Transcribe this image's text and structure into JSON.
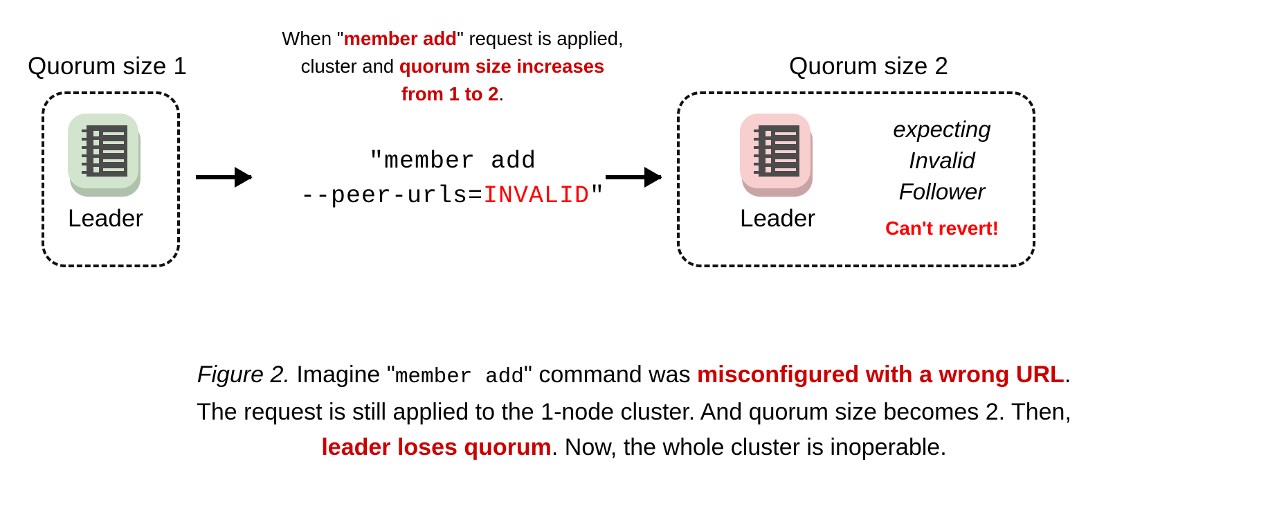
{
  "figure": {
    "colors": {
      "highlight_red": "#CC0000",
      "pure_red": "#FF0000",
      "leader_ok_tile": "#D2E4CE",
      "leader_bad_tile": "#F8CFCF",
      "glyph_dark": "#4C4C4C",
      "background": "#FFFFFF"
    },
    "left_cluster": {
      "title": "Quorum size 1",
      "node_label": "Leader",
      "node_icon": "server-ledger-icon",
      "node_state": "healthy"
    },
    "right_cluster": {
      "title": "Quorum size 2",
      "node_label": "Leader",
      "node_icon": "server-ledger-icon",
      "node_state": "unhealthy",
      "annotation_lines": [
        "expecting",
        "Invalid",
        "Follower"
      ],
      "warning": "Can't revert!"
    },
    "top_note": {
      "line1_a": "When \"",
      "line1_b": "member add",
      "line1_c": "\" request is applied,",
      "line2_a": "cluster and ",
      "line2_b": "quorum size increases",
      "line3_a": "from 1 to 2",
      "line3_b": "."
    },
    "command": {
      "line1": "\"member add",
      "line2_a": "--peer-urls=",
      "line2_b": "INVALID",
      "line2_c": "\""
    },
    "arrows": {
      "arrow_1": "arrow-right",
      "arrow_2": "arrow-right"
    },
    "caption": {
      "label": "Figure 2.",
      "seg1": " Imagine \"",
      "seg2": "member add",
      "seg3": "\" command was ",
      "seg4": "misconfigured with a wrong URL",
      "seg5": ".",
      "seg6": "The request is still applied to the 1-node cluster. And quorum size becomes 2. Then,",
      "seg7": "leader loses quorum",
      "seg8": ". Now, the whole cluster is inoperable."
    }
  }
}
